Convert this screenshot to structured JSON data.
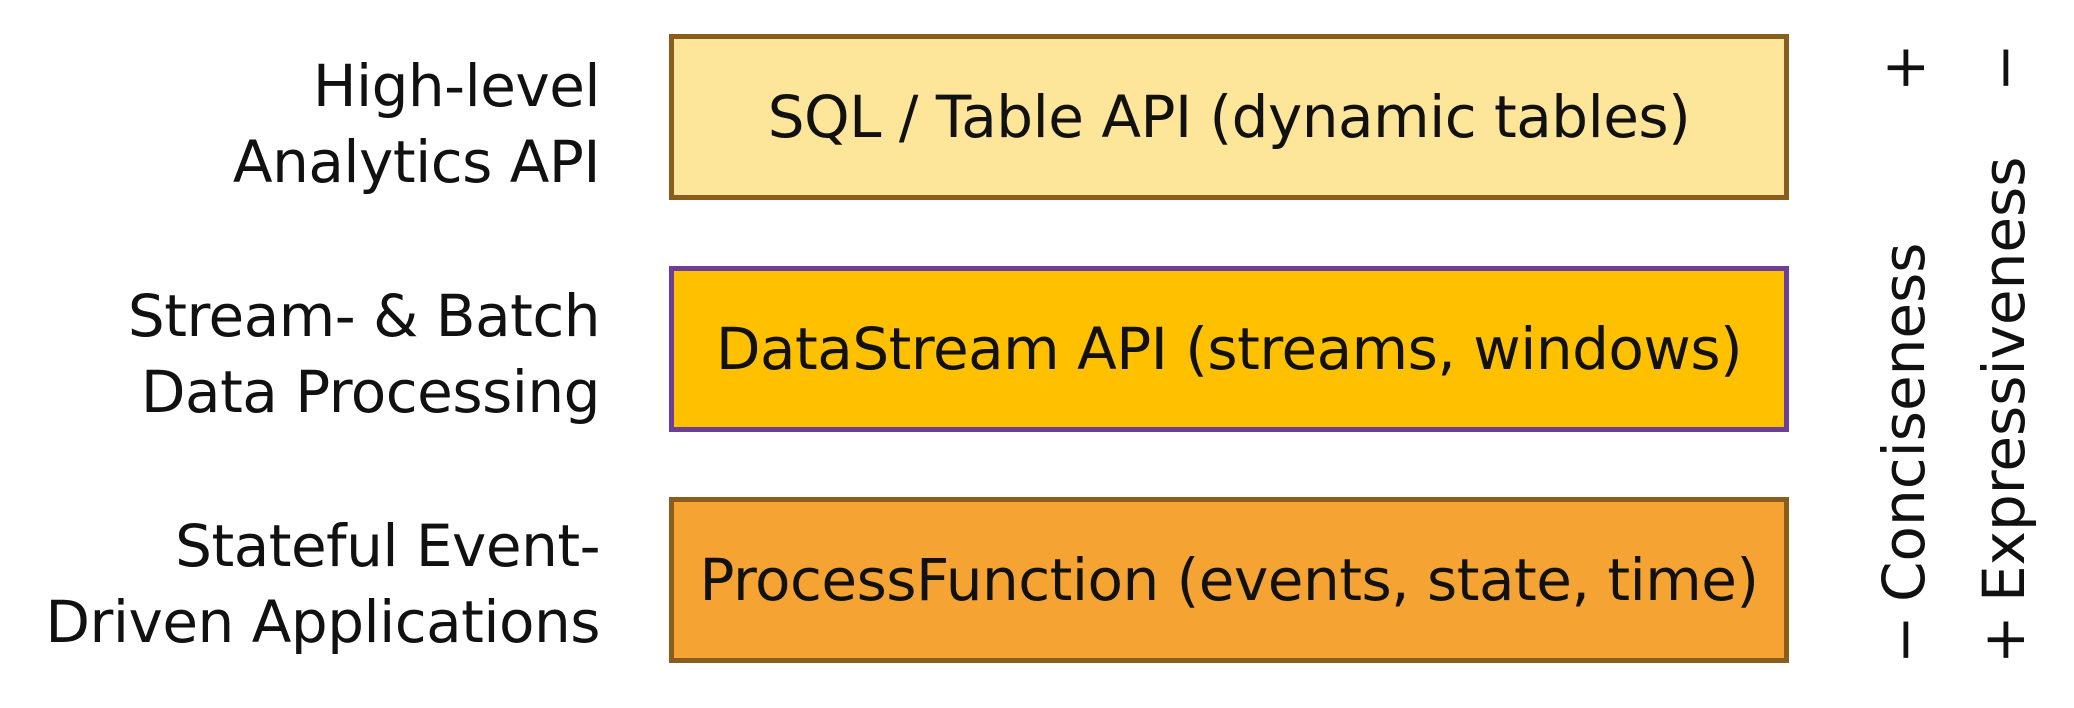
{
  "rows": [
    {
      "label_line1": "High-level",
      "label_line2": "Analytics API",
      "box_text": "SQL / Table API (dynamic tables)",
      "fill": "#fde59a",
      "border": "#8a5c1e"
    },
    {
      "label_line1": "Stream- & Batch",
      "label_line2": "Data Processing",
      "box_text": "DataStream API (streams, windows)",
      "fill": "#ffc000",
      "border": "#6b3f98"
    },
    {
      "label_line1": "Stateful Event-",
      "label_line2": "Driven Applications",
      "box_text": "ProcessFunction (events, state, time)",
      "fill": "#f5a332",
      "border": "#8a5c1e"
    }
  ],
  "axes": {
    "conciseness": {
      "label": "Conciseness",
      "bottom_sign": "−",
      "top_sign": "+"
    },
    "expressiveness": {
      "label": "Expressiveness",
      "bottom_sign": "+",
      "top_sign": "−"
    }
  }
}
